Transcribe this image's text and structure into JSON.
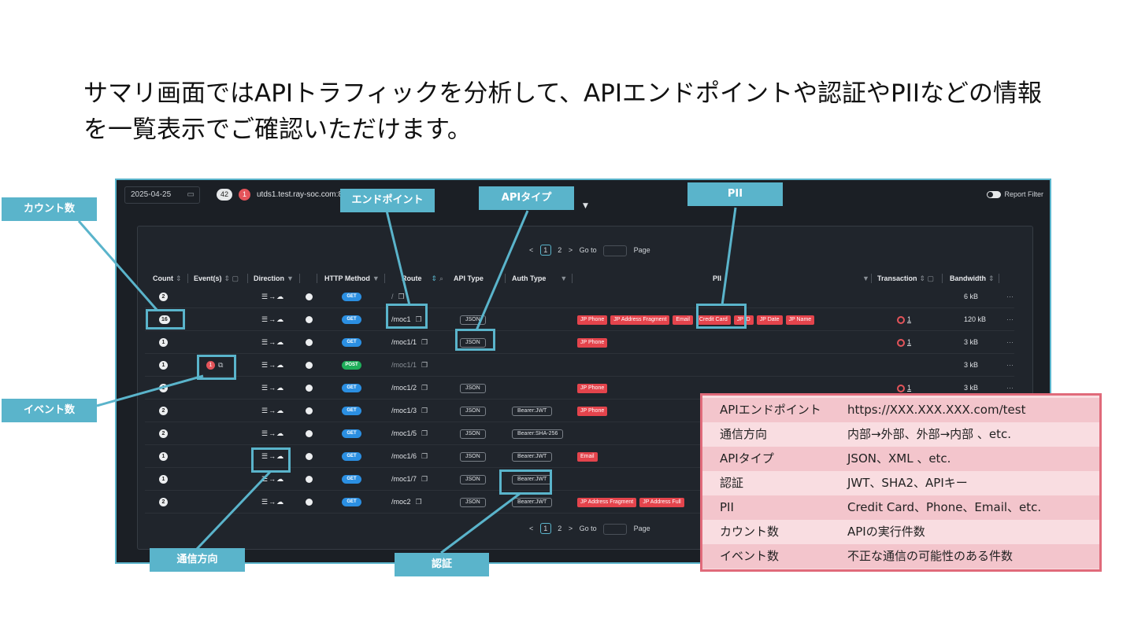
{
  "heading": {
    "line1": "サマリ画面ではAPIトラフィックを分析して、APIエンドポイントや認証やPIIなどの情報",
    "line2": "を一覧表示でご確認いただけます。"
  },
  "toolbar": {
    "date": "2025-04-25",
    "calendar_icon": "calendar-icon",
    "total_badge": "42",
    "alert_badge": "1",
    "host": "utds1.test.ray-soc.com:80",
    "report_filter": "Report Filter"
  },
  "pagination": {
    "prev": "<",
    "page1": "1",
    "page2": "2",
    "next": ">",
    "goto_label": "Go to",
    "page_label": "Page"
  },
  "columns": {
    "count": "Count",
    "events": "Event(s)",
    "direction": "Direction",
    "http_method": "HTTP Method",
    "route": "Route",
    "api_type": "API Type",
    "auth_type": "Auth Type",
    "pii": "PII",
    "transaction": "Transaction",
    "bandwidth": "Bandwidth"
  },
  "rows": [
    {
      "count": "2",
      "method": "GET",
      "route": "/",
      "api_type": "",
      "auth": "",
      "pii": [],
      "tx": "",
      "bw": "6 kB"
    },
    {
      "count": "16",
      "method": "GET",
      "route": "/moc1",
      "api_type": "JSON",
      "auth": "",
      "pii": [
        "JP Phone",
        "JP Address Fragment",
        "Email",
        "Credit Card",
        "JP ID",
        "JP Date",
        "JP Name"
      ],
      "tx": "1",
      "bw": "120 kB"
    },
    {
      "count": "1",
      "method": "GET",
      "route": "/moc1/1",
      "api_type": "JSON",
      "auth": "",
      "pii": [
        "JP Phone"
      ],
      "tx": "1",
      "bw": "3 kB"
    },
    {
      "count": "1",
      "event": "1",
      "method": "POST",
      "route": "/moc1/1",
      "api_type": "",
      "auth": "",
      "pii": [],
      "tx": "",
      "bw": "3 kB"
    },
    {
      "count": "1",
      "method": "GET",
      "route": "/moc1/2",
      "api_type": "JSON",
      "auth": "",
      "pii": [
        "JP Phone"
      ],
      "tx": "1",
      "bw": "3 kB"
    },
    {
      "count": "2",
      "method": "GET",
      "route": "/moc1/3",
      "api_type": "JSON",
      "auth": "Bearer:JWT",
      "pii": [
        "JP Phone"
      ],
      "tx": "",
      "bw": ""
    },
    {
      "count": "2",
      "method": "GET",
      "route": "/moc1/5",
      "api_type": "JSON",
      "auth": "Bearer:SHA-256",
      "pii": [],
      "tx": "",
      "bw": ""
    },
    {
      "count": "1",
      "method": "GET",
      "route": "/moc1/6",
      "api_type": "JSON",
      "auth": "Bearer:JWT",
      "pii": [
        "Email"
      ],
      "tx": "",
      "bw": ""
    },
    {
      "count": "1",
      "method": "GET",
      "route": "/moc1/7",
      "api_type": "JSON",
      "auth": "Bearer:JWT",
      "pii": [],
      "tx": "",
      "bw": ""
    },
    {
      "count": "2",
      "method": "GET",
      "route": "/moc2",
      "api_type": "JSON",
      "auth": "Bearer:JWT",
      "pii": [
        "JP Address Fragment",
        "JP Address Full"
      ],
      "tx": "",
      "bw": ""
    }
  ],
  "callouts": {
    "count": "カウント数",
    "event": "イベント数",
    "endpoint": "エンドポイント",
    "api_type": "APIタイプ",
    "pii": "PII",
    "direction": "通信方向",
    "auth": "認証"
  },
  "legend": [
    {
      "k": "APIエンドポイント",
      "v": "https://XXX.XXX.XXX.com/test"
    },
    {
      "k": "通信方向",
      "v": "内部→外部、外部→内部 、etc."
    },
    {
      "k": "APIタイプ",
      "v": "JSON、XML 、etc."
    },
    {
      "k": "認証",
      "v": "JWT、SHA2、APIキー"
    },
    {
      "k": "PII",
      "v": "Credit Card、Phone、Email、etc."
    },
    {
      "k": "カウント数",
      "v": "APIの実行件数"
    },
    {
      "k": "イベント数",
      "v": "不正な通信の可能性のある件数"
    }
  ],
  "colors": {
    "accent": "#5ab4cb",
    "legend_border": "#e06a7a",
    "pii_tag": "#e4444c",
    "get": "#2b8fe2",
    "post": "#1fae5a"
  }
}
